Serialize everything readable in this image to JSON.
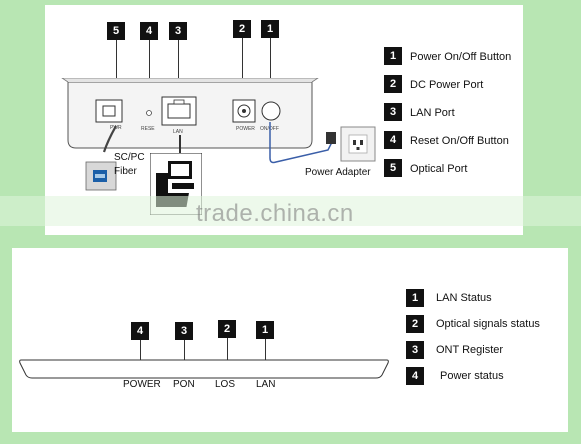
{
  "top_diagram": {
    "callouts": [
      "5",
      "4",
      "3",
      "2",
      "1"
    ],
    "port_labels": {
      "power_button": "PWR",
      "reset": "RESE",
      "lan": "LAN",
      "power": "POWER",
      "on_off": "ON/OFF"
    },
    "fiber_label_line1": "SC/PC",
    "fiber_label_line2": "Fiber",
    "adapter_label": "Power Adapter",
    "legend": [
      {
        "num": "1",
        "text": "Power On/Off Button"
      },
      {
        "num": "2",
        "text": "DC Power Port"
      },
      {
        "num": "3",
        "text": "LAN Port"
      },
      {
        "num": "4",
        "text": "Reset On/Off Button"
      },
      {
        "num": "5",
        "text": "Optical Port"
      }
    ]
  },
  "watermark": "trade.china.cn",
  "bottom_diagram": {
    "leds": [
      {
        "num": "4",
        "label": "POWER"
      },
      {
        "num": "3",
        "label": "PON"
      },
      {
        "num": "2",
        "label": "LOS"
      },
      {
        "num": "1",
        "label": "LAN"
      }
    ],
    "legend": [
      {
        "num": "1",
        "text": "LAN Status"
      },
      {
        "num": "2",
        "text": "Optical signals status"
      },
      {
        "num": "3",
        "text": "ONT Register"
      },
      {
        "num": "4",
        "text": "Power status"
      }
    ]
  }
}
